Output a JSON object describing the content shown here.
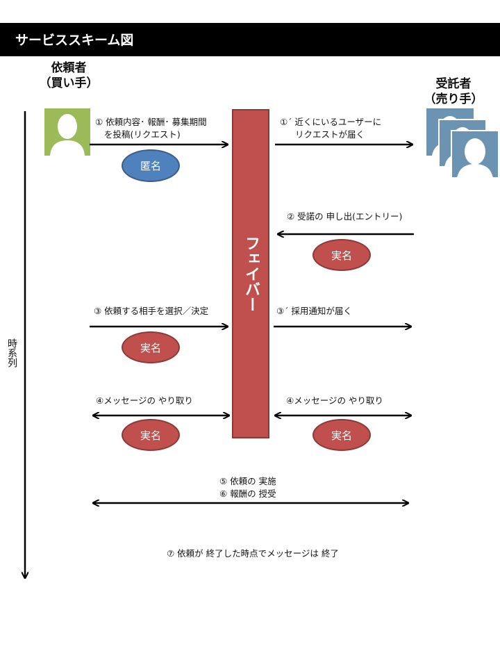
{
  "title": "サービススキーム図",
  "requester": {
    "line1": "依頼者",
    "line2": "（買い手）"
  },
  "contractor": {
    "line1": "受託者",
    "line2": "（売り手）"
  },
  "platform": "フェイバー",
  "timeline": "時系列",
  "steps": {
    "s1_line1": "① 依頼内容･ 報酬･ 募集期間",
    "s1_line2": "を投稿(リクエスト)",
    "s1b_line1": "①´ 近くにいるユーザーに",
    "s1b_line2": "リクエストが届く",
    "s2": "② 受諾の 申し出(エントリー)",
    "s3": "③ 依頼する相手を選択／決定",
    "s3b": "③´ 採用通知が届く",
    "s4_left": "④メッセージの やり取り",
    "s4_right": "④メッセージの やり取り",
    "s5": "⑤ 依頼の 実施",
    "s6": "⑥ 報酬の 授受",
    "s7": "⑦ 依頼が 終了した時点でメッセージは 終了"
  },
  "badges": {
    "anonymous": "匿名",
    "real1": "実名",
    "real2": "実名",
    "real3": "実名",
    "real4": "実名"
  },
  "colors": {
    "platform": "#c0504d",
    "badge_red": "#c0504d",
    "badge_blue": "#4f81bd",
    "requester_avatar": "#9bbb59",
    "contractor_avatar": "#6c94b2"
  }
}
